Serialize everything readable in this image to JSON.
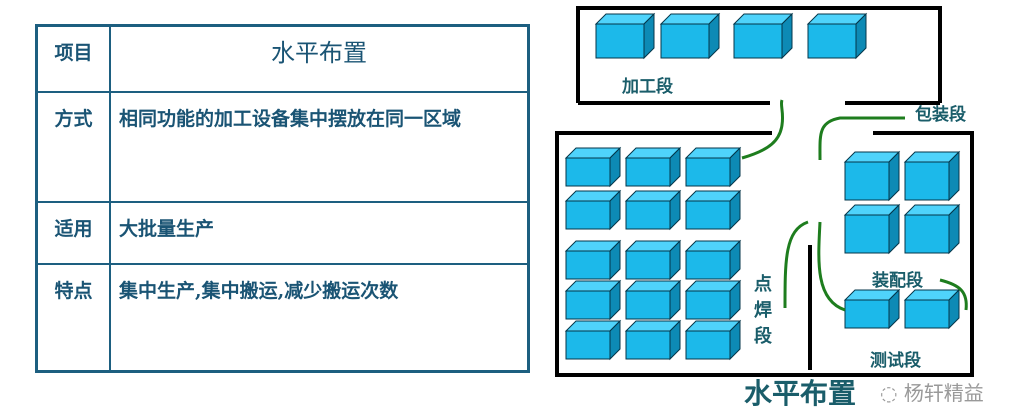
{
  "table": {
    "header": {
      "key": "项目",
      "value": "水平布置"
    },
    "rows": [
      {
        "key": "方式",
        "value": "相同功能的加工设备集中摆放在同一区域"
      },
      {
        "key": "适用",
        "value": "大批量生产"
      },
      {
        "key": "特点",
        "value": "集中生产,集中搬运,减少搬运次数"
      }
    ]
  },
  "diagram": {
    "title": "水平布置",
    "sections": {
      "machining": "加工段",
      "packaging": "包装段",
      "assembly": "装配段",
      "welding": "点焊段",
      "testing": "测试段"
    },
    "colors": {
      "cube_front": "#1cb9ea",
      "cube_top": "#4fd3fb",
      "cube_side": "#0d8ab5",
      "flow": "#1e7d1e"
    }
  },
  "watermark": "杨轩精益"
}
